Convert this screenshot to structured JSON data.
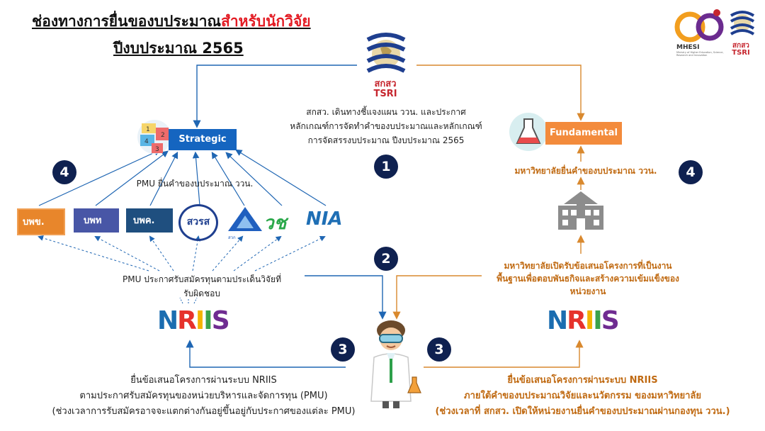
{
  "header": {
    "title_black": "ช่องทางการยื่นของบประมาณ",
    "title_red": "สำหรับนักวิจัย",
    "subtitle": "ปีงบประมาณ  2565",
    "logos": {
      "mhesi_text": "MHESI",
      "mhesi_sub": "Ministry of Higher Education, Science, Research and Innovation",
      "tsri_thai": "สกสว",
      "tsri_en": "TSRI"
    }
  },
  "center": {
    "tsri_thai": "สกสว",
    "tsri_en": "TSRI",
    "description": [
      "สกสว. เดินทางชี้แจงแผน ววน. และประกาศ",
      "หลักเกณฑ์การจัดทำคำของบประมาณและหลักเกณฑ์",
      "การจัดสรรงบประมาณ ปีงบประมาณ 2565"
    ]
  },
  "badges": {
    "b1": "1",
    "b2": "2",
    "b3_left": "3",
    "b3_right": "3",
    "b4_left": "4",
    "b4_right": "4"
  },
  "strategic": {
    "label": "Strategic",
    "icon_numbers": [
      "1",
      "2",
      "3",
      "4"
    ]
  },
  "fundamental": {
    "label": "Fundamental"
  },
  "left_side": {
    "pmu_submit": "PMU ยื่นคำของบประมาณ ววน.",
    "pmu_logos": [
      {
        "text": "บพข.",
        "color": "#e8862b"
      },
      {
        "text": "บพท",
        "color": "#4856a6"
      },
      {
        "text": "บพค.",
        "color": "#1f4f7f"
      },
      {
        "text": "สวรส",
        "color": "#1f3f8f"
      },
      {
        "text": "สวก",
        "color": "#1f5fbf"
      },
      {
        "text": "วช",
        "color": "#2aa84a"
      },
      {
        "text": "NIA",
        "color": "#1f6fb5"
      }
    ],
    "call_lines": [
      "PMU ประกาศรับสมัครทุนตามประเด็นวิจัยที่",
      "รับผิดชอบ"
    ],
    "nriis": {
      "n": "N",
      "r": "R",
      "i1": "I",
      "i2": "I",
      "s": "S"
    },
    "bottom_lines": [
      "ยื่นข้อเสนอโครงการผ่านระบบ NRIIS",
      "ตามประกาศรับสมัครทุนของหน่วยบริหารและจัดการทุน (PMU)",
      "(ช่วงเวลาการรับสมัครอาจจะแตกต่างกันอยู่ขึ้นอยู่กับประกาศของแต่ละ PMU)"
    ]
  },
  "right_side": {
    "univ_submit": "มหาวิทยาลัยยื่นคำของบประมาณ ววน.",
    "univ_open_lines": [
      "มหาวิทยาลัยเปิดรับข้อเสนอโครงการที่เป็นงาน",
      "พื้นฐานเพื่อตอบพันธกิจและสร้างความเข้มแข็งของ",
      "หน่วยงาน"
    ],
    "nriis": {
      "n": "N",
      "r": "R",
      "i1": "I",
      "i2": "I",
      "s": "S"
    },
    "bottom_lines": [
      "ยื่นข้อเสนอโครงการผ่านระบบ NRIIS",
      "ภายใต้คำของบประมาณวิจัยและนวัตกรรม ของมหาวิทยาลัย",
      "(ช่วงเวลาที่ สกสว. เปิดให้หน่วยงานยื่นคำของบประมาณผ่านกองทุน ววน.)"
    ]
  },
  "colors": {
    "navy": "#0f2150",
    "blue": "#1565c0",
    "orange": "#f38b3c",
    "gold": "#c06a12",
    "red": "#e31b23"
  }
}
